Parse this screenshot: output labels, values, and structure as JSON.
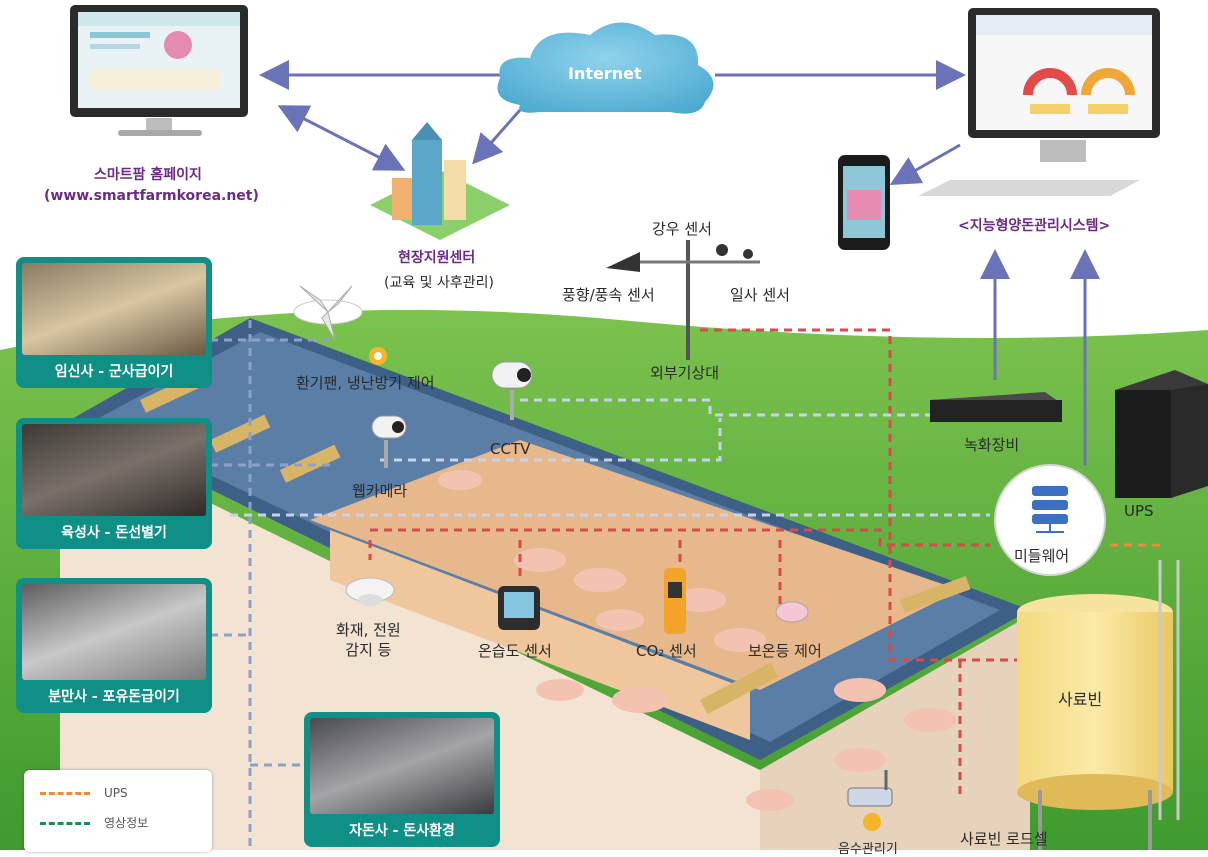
{
  "cloud": {
    "label": "Internet"
  },
  "homepage": {
    "title": "스마트팜 홈페이지",
    "url": "(www.smartfarmkorea.net)"
  },
  "support_center": {
    "title": "현장지원센터",
    "subtitle": "(교육 및 사후관리)"
  },
  "system": {
    "title": "<지능형양돈관리시스템>"
  },
  "weather": {
    "rain_sensor": "강우 센서",
    "wind_sensor": "풍향/풍속 센서",
    "solar_sensor": "일사 센서",
    "station": "외부기상대"
  },
  "devices": {
    "fan_control": "환기팬, 냉난방기 제어",
    "cctv": "CCTV",
    "webcam": "웹카메라",
    "recorder": "녹화장비",
    "ups": "UPS",
    "middleware": "미들웨어",
    "fire_sensor": "화재, 전원\n감지 등",
    "th_sensor": "온습도 센서",
    "co2_sensor": "CO₂ 센서",
    "heat_control": "보온등 제어",
    "silo": "사료빈",
    "loadcell": "사료빈 로드셀",
    "water": "음수관리기"
  },
  "photo_cards": [
    {
      "label": "임신사 - 군사급이기"
    },
    {
      "label": "육성사 - 돈선별기"
    },
    {
      "label": "분만사 - 포유돈급이기"
    },
    {
      "label": "자돈사 - 돈사환경"
    }
  ],
  "legend": [
    {
      "label": "UPS",
      "color": "#f08a3a"
    },
    {
      "label": "영상정보",
      "color": "#1f8a5a"
    }
  ],
  "colors": {
    "accent_teal": "#0f8f86",
    "title_purple": "#6b2a8a",
    "arrow": "#6a73b8",
    "red_line": "#d94a4a",
    "blue_line": "#8fa0c8"
  }
}
